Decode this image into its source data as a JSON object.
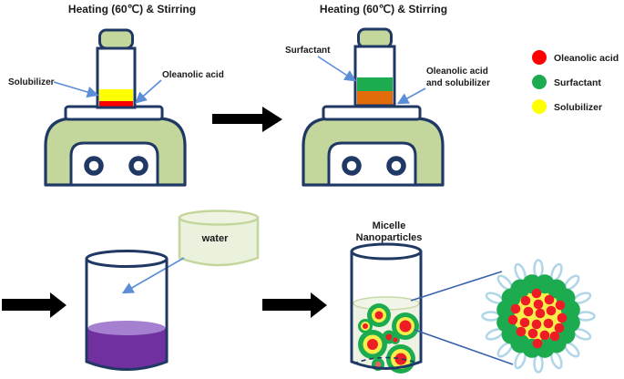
{
  "step1": {
    "title": "Heating (60℃) & Stirring",
    "label_solubilizer": "Solubilizer",
    "label_oleanolic": "Oleanolic acid"
  },
  "step2": {
    "title": "Heating (60℃) & Stirring",
    "label_surfactant": "Surfactant",
    "label_mix_line1": "Oleanolic acid",
    "label_mix_line2": "and solubilizer"
  },
  "legend": {
    "items": [
      {
        "label": "Oleanolic acid",
        "color": "#ff0000"
      },
      {
        "label": "Surfactant",
        "color": "#1cac4f"
      },
      {
        "label": "Solubilizer",
        "color": "#ffff00"
      }
    ]
  },
  "step3": {
    "label_water": "water"
  },
  "step4": {
    "title_line1": "Micelle",
    "title_line2": "Nanoparticles"
  },
  "colors": {
    "hotplate_green": "#c3d69b",
    "outline_navy": "#1f3864",
    "oleanolic_red": "#ff0000",
    "surfactant_green": "#1cac4f",
    "solubilizer_yellow": "#ffff00",
    "mix_orange": "#e36c0a",
    "solution_purple_dark": "#7030a0",
    "solution_purple_light": "#a57fd0",
    "water_fill": "#eaf1dd",
    "pale_liquid": "#edf2e2",
    "micelle_tail_blue": "#b0d6e8",
    "annotation_blue": "#5b8ed6",
    "zoom_line_blue": "#3a63ad"
  }
}
